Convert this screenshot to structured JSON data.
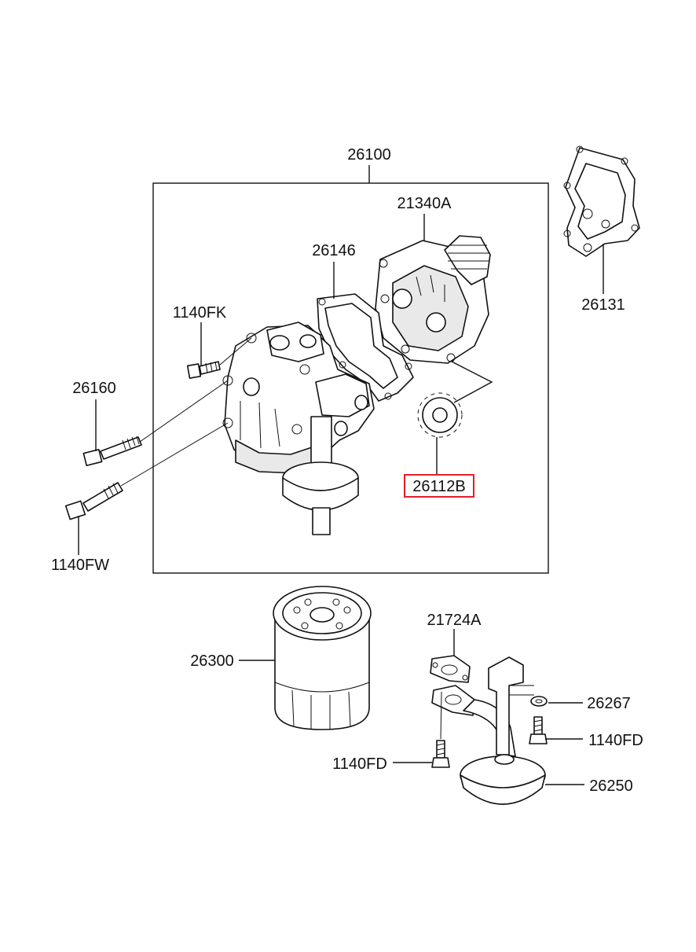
{
  "labels": {
    "assembly": "26100",
    "oil_pump": "21340A",
    "gasket_inner": "26146",
    "gasket_cover": "26131",
    "bolt_fk": "1140FK",
    "bolt_26160": "26160",
    "bolt_fw": "1140FW",
    "gear": "26112B",
    "oil_filter": "26300",
    "strainer_gasket": "21724A",
    "washer": "26267",
    "bolt_fd_right": "1140FD",
    "bolt_fd_left": "1140FD",
    "strainer": "26250"
  },
  "colors": {
    "line": "#111111",
    "highlight": "#e0202a",
    "background": "#ffffff"
  },
  "highlighted_part": "gear"
}
